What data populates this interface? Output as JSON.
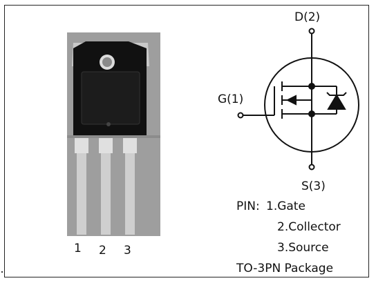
{
  "package": {
    "pin_numbers": [
      "1",
      "2",
      "3"
    ]
  },
  "symbol": {
    "drain_label": "D(2)",
    "gate_label": "G(1)",
    "source_label": "S(3)"
  },
  "pin_list": {
    "header": "PIN:",
    "items": [
      "1.Gate",
      "2.Collector",
      "3.Source"
    ]
  },
  "package_name": "TO-3PN Package",
  "colors": {
    "lead_gray": "#b8b8b8",
    "body_black": "#111111",
    "tab_gray": "#a8a8a8",
    "backdrop_gray": "#9e9e9e"
  }
}
